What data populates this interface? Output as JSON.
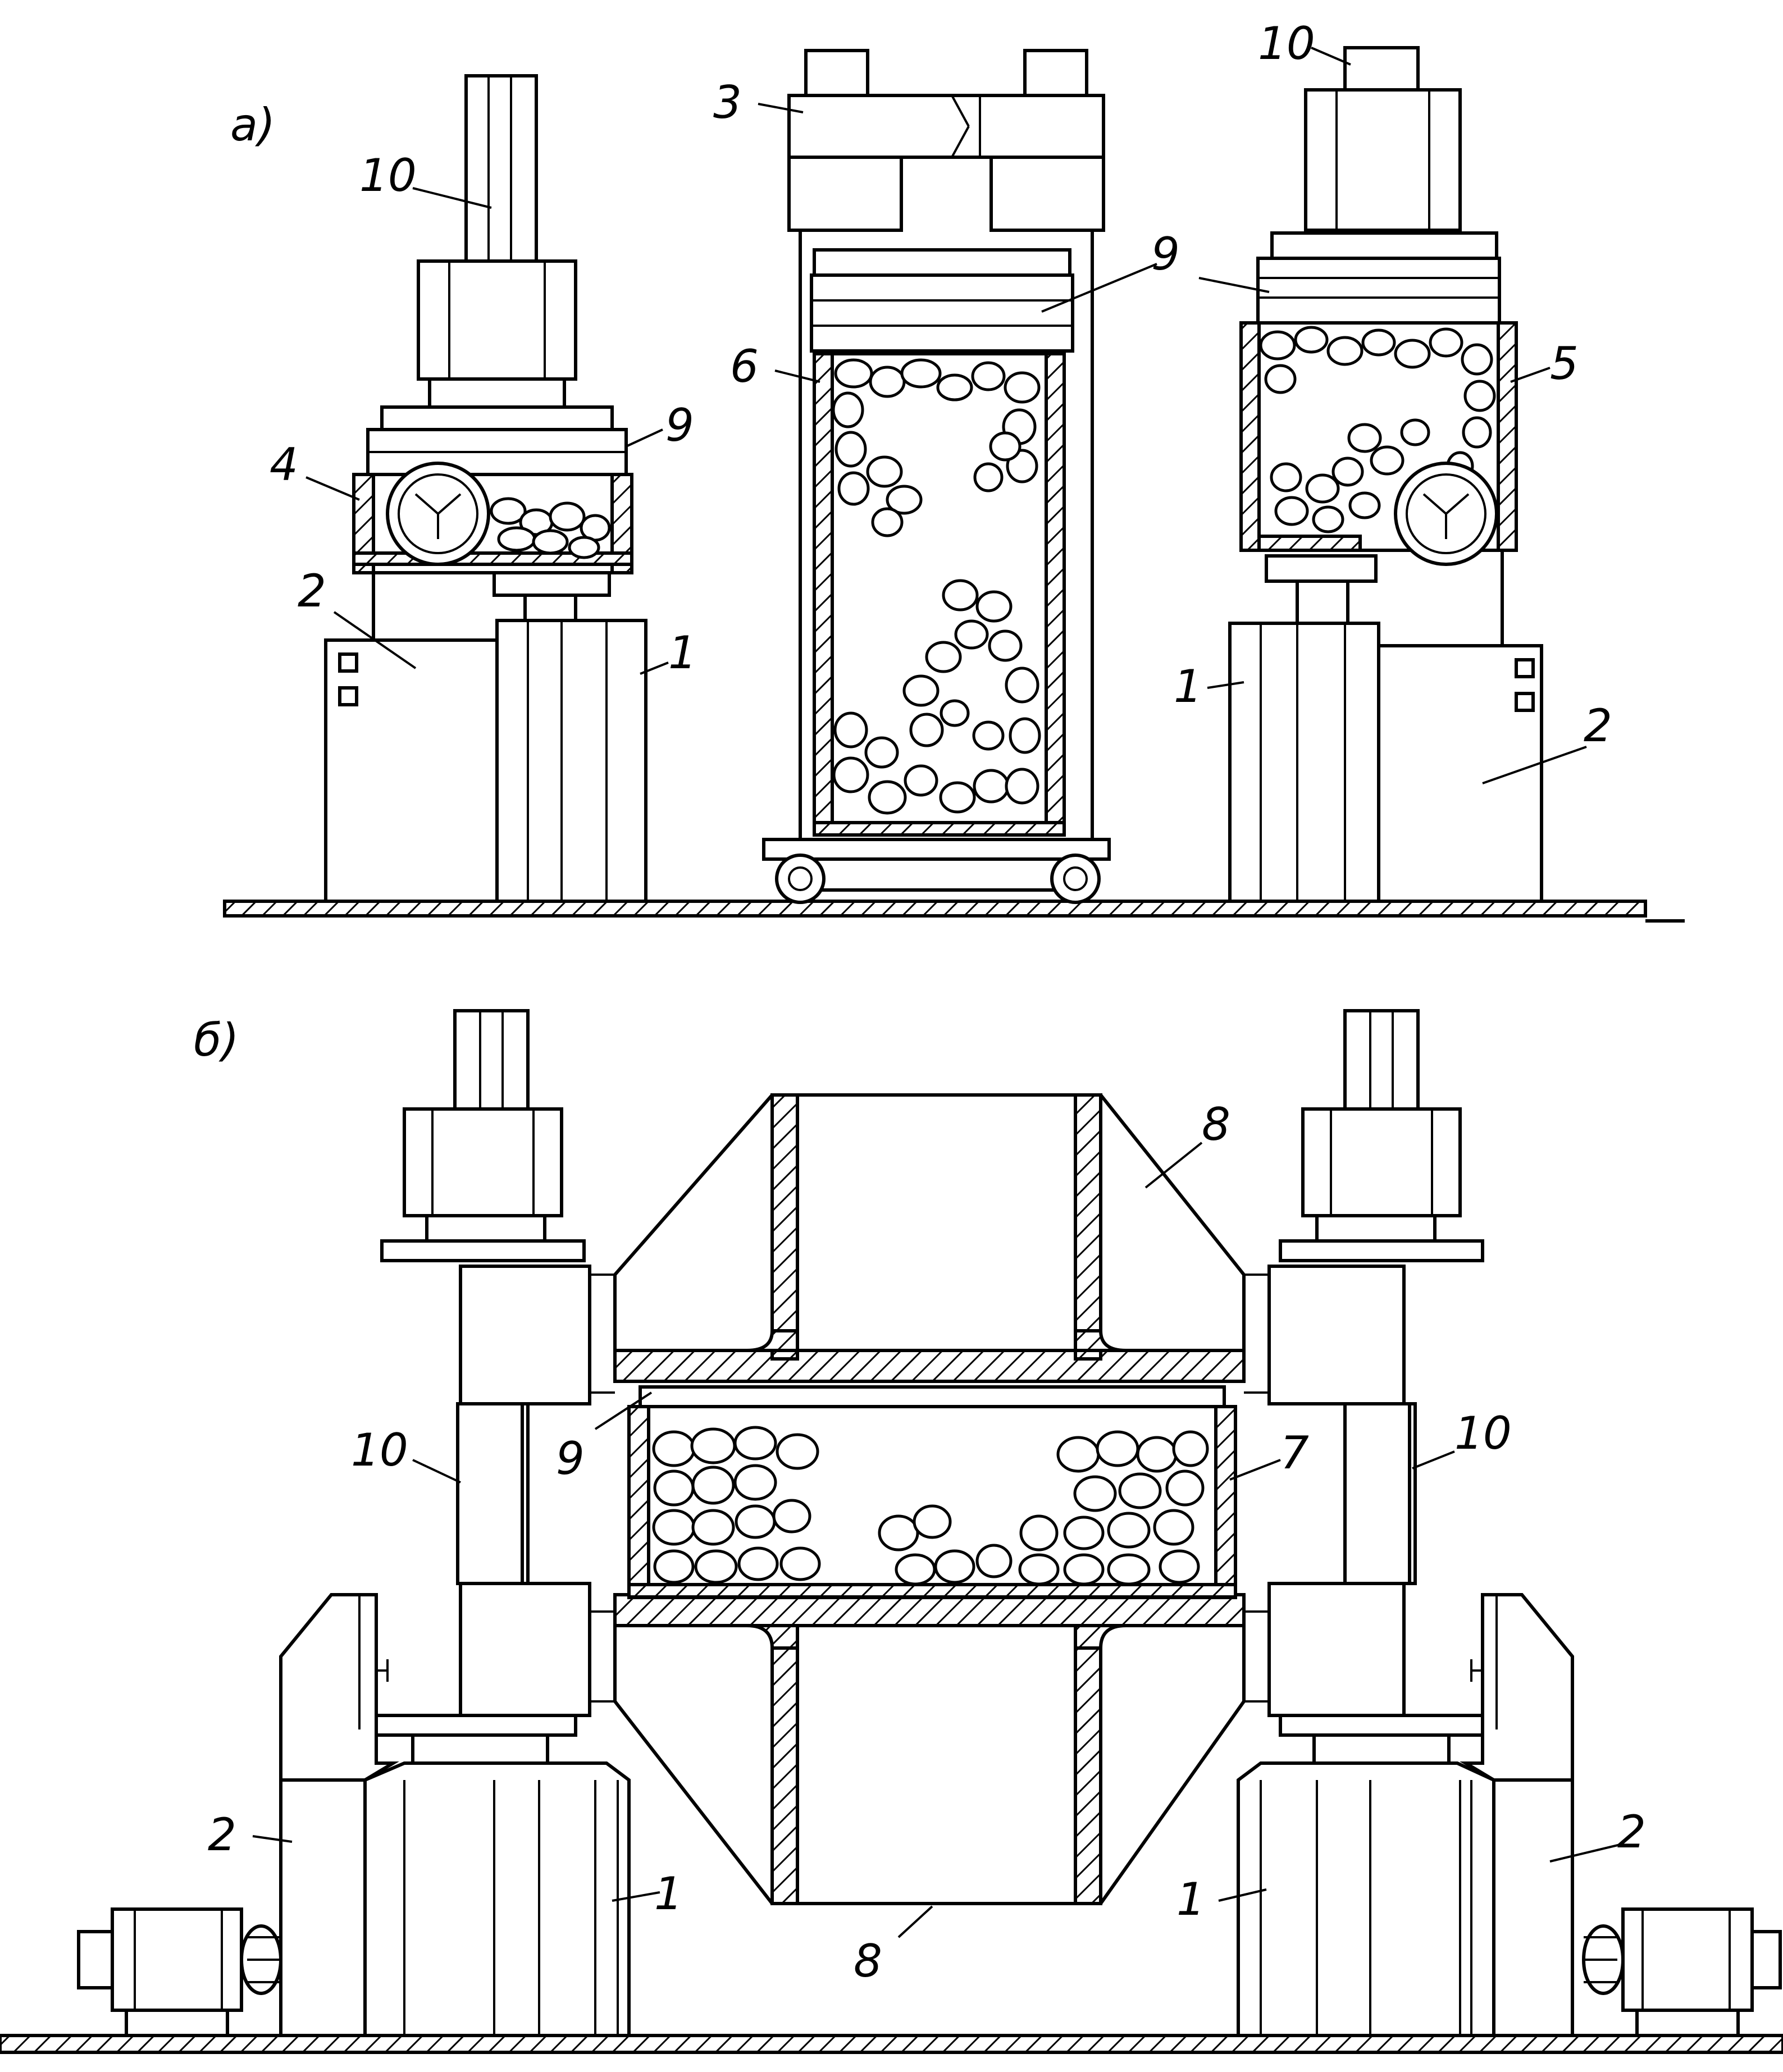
{
  "panels": {
    "a": {
      "label": "a)"
    },
    "b": {
      "label": "б)"
    }
  },
  "callouts": {
    "a_left_10": "10",
    "a_left_9": "9",
    "a_left_4": "4",
    "a_left_2": "2",
    "a_left_1": "1",
    "a_mid_3": "3",
    "a_mid_6": "6",
    "a_mid_9": "9",
    "a_right_10": "10",
    "a_right_5": "5",
    "a_right_1": "1",
    "a_right_2": "2",
    "b_top_8": "8",
    "b_left_10": "10",
    "b_left_9": "9",
    "b_right_7": "7",
    "b_right_10": "10",
    "b_left_2": "2",
    "b_left_1": "1",
    "b_bottom_8": "8",
    "b_right_1": "1",
    "b_right_2": "2"
  }
}
